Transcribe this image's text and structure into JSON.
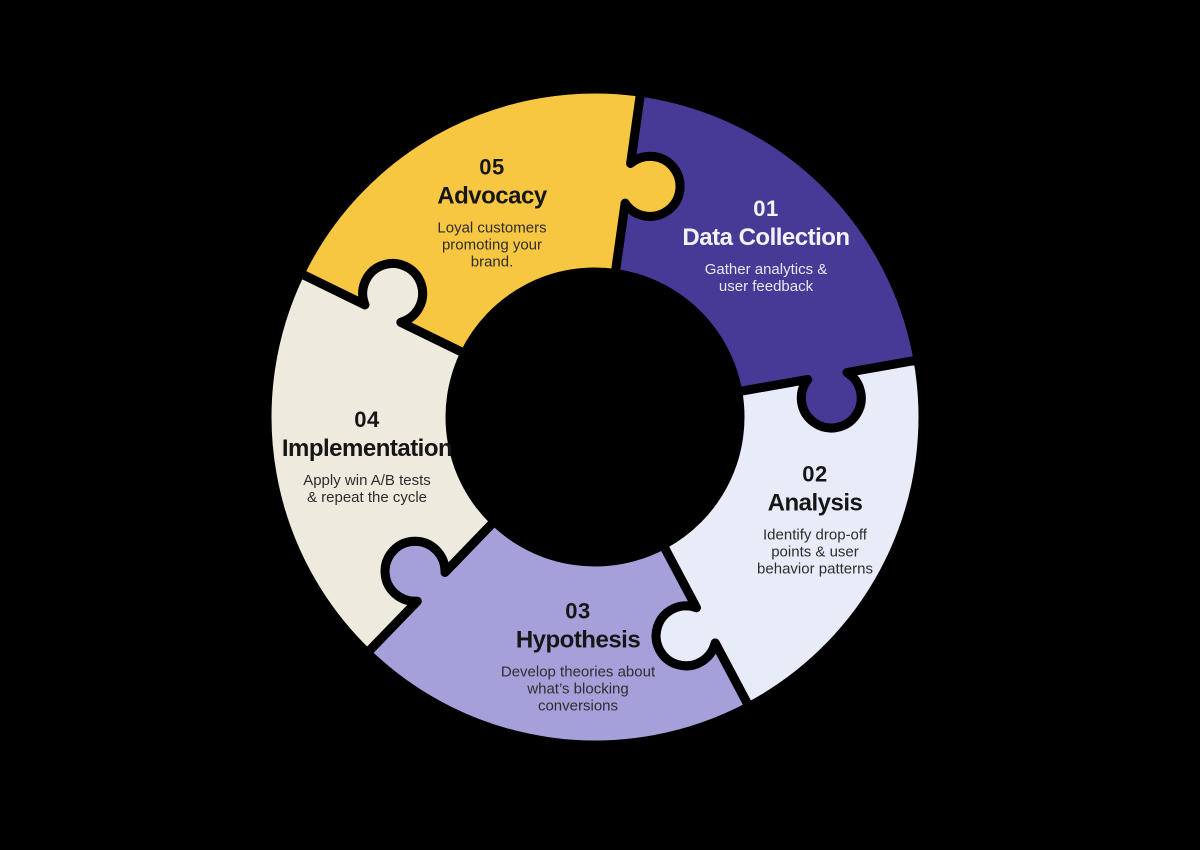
{
  "diagram": {
    "type": "puzzle-cycle",
    "background_color": "#000000",
    "outline_color": "#000000",
    "segments": [
      {
        "number": "01",
        "title": "Data Collection",
        "description": "Gather analytics &\nuser feedback",
        "fill": "#463A96",
        "text_color": "#F4F2F9",
        "desc_color": "#E9E6F4",
        "position": "top-right"
      },
      {
        "number": "02",
        "title": "Analysis",
        "description": "Identify drop-off\npoints & user\nbehavior patterns",
        "fill": "#E7ECF8",
        "text_color": "#161616",
        "desc_color": "#2D2D2D",
        "position": "right"
      },
      {
        "number": "03",
        "title": "Hypothesis",
        "description": "Develop theories about\nwhat’s blocking\nconversions",
        "fill": "#A6A0DA",
        "text_color": "#161616",
        "desc_color": "#2D2D2D",
        "position": "bottom"
      },
      {
        "number": "04",
        "title": "Implementation",
        "description": "Apply win A/B tests\n& repeat the cycle",
        "fill": "#EEEBDE",
        "text_color": "#161616",
        "desc_color": "#2D2D2D",
        "position": "left"
      },
      {
        "number": "05",
        "title": "Advocacy",
        "description": "Loyal customers\npromoting your\nbrand.",
        "fill": "#F8C742",
        "text_color": "#161616",
        "desc_color": "#2D2D2D",
        "position": "top-left"
      }
    ]
  }
}
